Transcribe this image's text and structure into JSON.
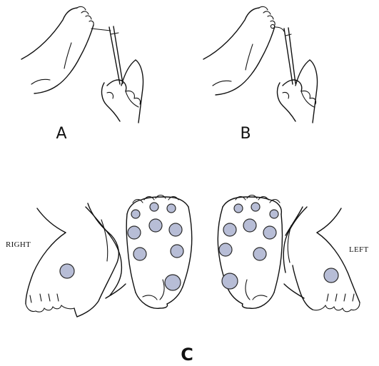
{
  "panels": {
    "a": {
      "letter": "A"
    },
    "b": {
      "letter": "B"
    },
    "c": {
      "letter": "C",
      "right_label": "RIGHT",
      "left_label": "LEFT"
    }
  },
  "colors": {
    "ink": "#111111",
    "spot_fill": "#b7bdd6",
    "spot_stroke": "#2a2a2a"
  }
}
